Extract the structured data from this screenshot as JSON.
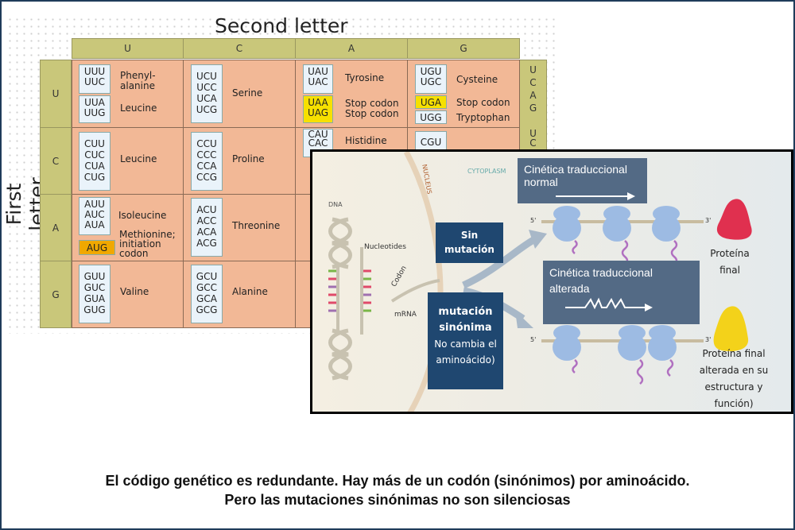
{
  "table": {
    "title": "Second letter",
    "side_title": "First letter",
    "second_letters": [
      "U",
      "C",
      "A",
      "G"
    ],
    "first_letters": [
      "U",
      "C",
      "A",
      "G"
    ],
    "third_letters_row_u": [
      "U",
      "C",
      "A",
      "G"
    ],
    "third_letters_row_c": [
      "U",
      "C"
    ],
    "cells": {
      "uu": {
        "codons1": [
          "UUU",
          "UUC"
        ],
        "aa1": "Phenyl-\nalanine",
        "codons2": [
          "UUA",
          "UUG"
        ],
        "aa2": "Leucine"
      },
      "uc": {
        "codons": [
          "UCU",
          "UCC",
          "UCA",
          "UCG"
        ],
        "aa": "Serine"
      },
      "ua": {
        "codons1": [
          "UAU",
          "UAC"
        ],
        "aa1": "Tyrosine",
        "codons2": [
          "UAA",
          "UAG"
        ],
        "aa2a": "Stop codon",
        "aa2b": "Stop codon"
      },
      "ug": {
        "codons1": [
          "UGU",
          "UGC"
        ],
        "aa1": "Cysteine",
        "codon_stop": "UGA",
        "aa_stop": "Stop codon",
        "codon_trp": "UGG",
        "aa_trp": "Tryptophan"
      },
      "cu": {
        "codons": [
          "CUU",
          "CUC",
          "CUA",
          "CUG"
        ],
        "aa": "Leucine"
      },
      "cc": {
        "codons": [
          "CCU",
          "CCC",
          "CCA",
          "CCG"
        ],
        "aa": "Proline"
      },
      "ca": {
        "codons": [
          "CAU",
          "CAC"
        ],
        "aa": "Histidine"
      },
      "cg": {
        "codons": [
          "CGU"
        ]
      },
      "au": {
        "codons": [
          "AUU",
          "AUC",
          "AUA"
        ],
        "aa": "Isoleucine",
        "start_codon": "AUG",
        "start_aa": "Methionine;\ninitiation\ncodon"
      },
      "ac": {
        "codons": [
          "ACU",
          "ACC",
          "ACA",
          "ACG"
        ],
        "aa": "Threonine"
      },
      "gu": {
        "codons": [
          "GUU",
          "GUC",
          "GUA",
          "GUG"
        ],
        "aa": "Valine"
      },
      "gc": {
        "codons": [
          "GCU",
          "GCC",
          "GCA",
          "GCG"
        ],
        "aa": "Alanine"
      }
    },
    "colors": {
      "header": "#c9c77a",
      "cell": "#f2b896",
      "stop": "#f6e000",
      "start": "#f0a800"
    }
  },
  "diagram": {
    "labels": {
      "dna": "DNA",
      "nucleus": "NUCLEUS",
      "cytoplasm": "CYTOPLASM",
      "nucleotides": "Nucleotides",
      "codon": "Codon",
      "mrna": "mRNA",
      "five": "5'",
      "three": "3'"
    },
    "normal_box": "Cinética traduccional normal",
    "altered_box": "Cinética traduccional alterada",
    "no_mutation": "Sin mutación",
    "syn_mutation_bold": "mutación sinónima",
    "syn_mutation_note": "No cambia el aminoácido)",
    "protein_final": "Proteína final",
    "protein_altered": "Proteína final alterada en su estructura y función)",
    "colors": {
      "box": "#536a85",
      "navy": "#1f4770",
      "ribosome": "#9dbbe3",
      "protein_normal": "#e0304f",
      "protein_altered": "#f3d21a"
    }
  },
  "caption": {
    "line1": "El código genético es redundante. Hay más de un codón (sinónimos) por aminoácido.",
    "line2": "Pero las mutaciones sinónimas no son silenciosas"
  }
}
